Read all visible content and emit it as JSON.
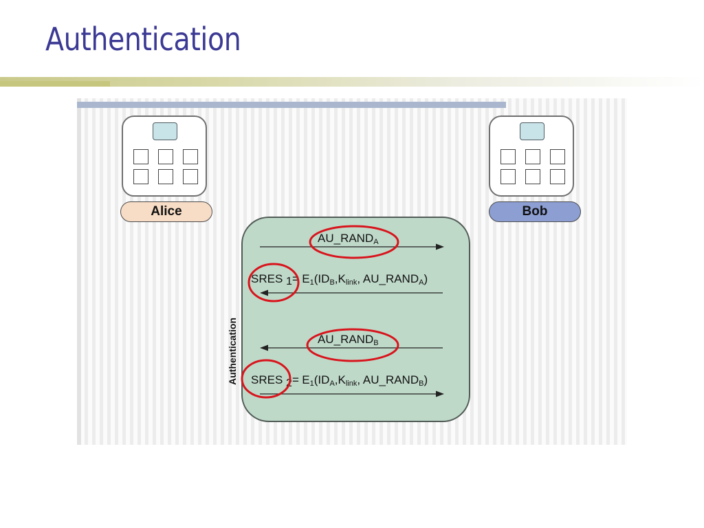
{
  "slide": {
    "title": "Authentication"
  },
  "diagram": {
    "alice": {
      "label": "Alice"
    },
    "bob": {
      "label": "Bob"
    },
    "auth_label": "Authentication",
    "messages": [
      {
        "main": "AU_RAND",
        "sub": "A"
      },
      {
        "lhs": "SRES",
        "lhs_sub": "1",
        "eq": "=",
        "fn": "E",
        "fn_sub": "1",
        "p1": "(ID",
        "p1_sub": "B",
        "p2": ",K",
        "p2_sub": "link",
        "p3": ", AU_RAND",
        "p3_sub": "A",
        "close": ")"
      },
      {
        "main": "AU_RAND",
        "sub": "B"
      },
      {
        "lhs": "SRES",
        "lhs_sub": "2",
        "eq": "=",
        "fn": "E",
        "fn_sub": "1",
        "p1": "(ID",
        "p1_sub": "A",
        "p2": ",K",
        "p2_sub": "link",
        "p3": ", AU_RAND",
        "p3_sub": "B",
        "close": ")"
      }
    ],
    "colors": {
      "title": "#3b3994",
      "alice_pill": "#f8ddc6",
      "bob_pill": "#8c9ed2",
      "auth_box": "#bfd9c9",
      "highlight": "#d8141c"
    }
  }
}
